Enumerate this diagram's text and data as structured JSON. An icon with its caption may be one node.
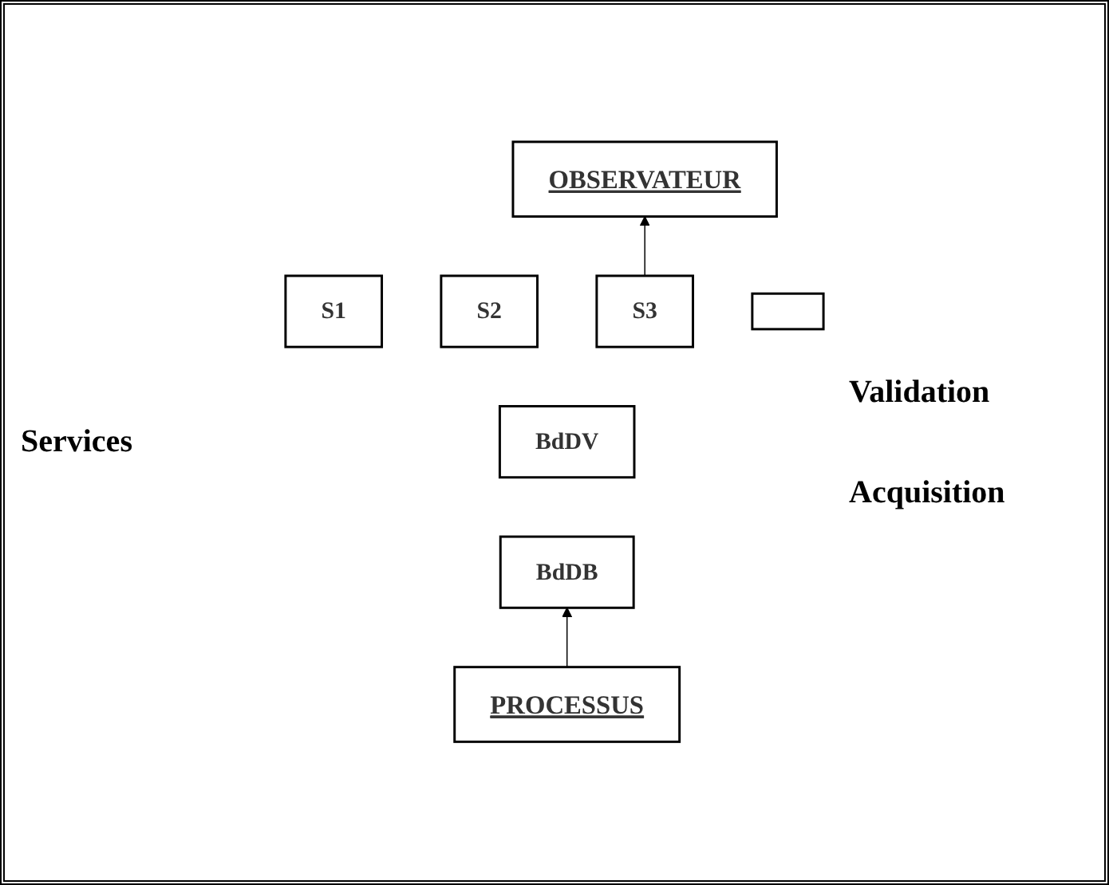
{
  "diagram": {
    "nodes": [
      {
        "text": [
          "OBSERVATEUR"
        ]
      },
      {
        "text": [
          "S1"
        ]
      },
      {
        "text": [
          "S2"
        ]
      },
      {
        "text": [
          "S3"
        ]
      },
      {
        "text": [],
        "shape": "box"
      },
      {
        "text": [
          "BdDV"
        ]
      },
      {
        "text": [
          "BdDB"
        ]
      },
      {
        "text": [
          "PROCESSUS"
        ]
      }
    ],
    "edges": [
      {
        "from": 3,
        "to": 0,
        "arrow": "to"
      },
      {
        "from": 7,
        "to": 6,
        "arrow": "to"
      }
    ],
    "labels": [
      "Services",
      "Validation",
      "Acquisition"
    ]
  }
}
